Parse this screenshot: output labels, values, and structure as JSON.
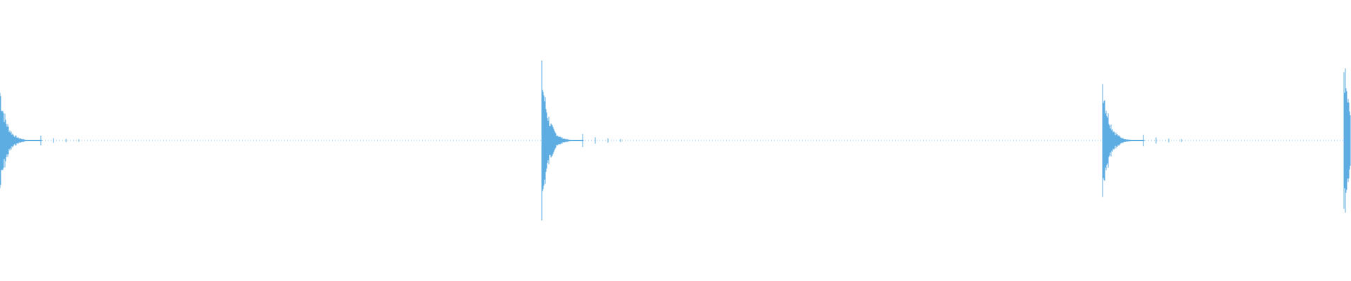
{
  "waveform": {
    "color": "#5dade2",
    "transients": [
      {
        "position": 0.0,
        "amplitude": 0.44
      },
      {
        "position": 0.401,
        "amplitude": 0.58
      },
      {
        "position": 0.816,
        "amplitude": 0.52
      },
      {
        "position": 0.995,
        "amplitude": 0.65
      }
    ]
  }
}
